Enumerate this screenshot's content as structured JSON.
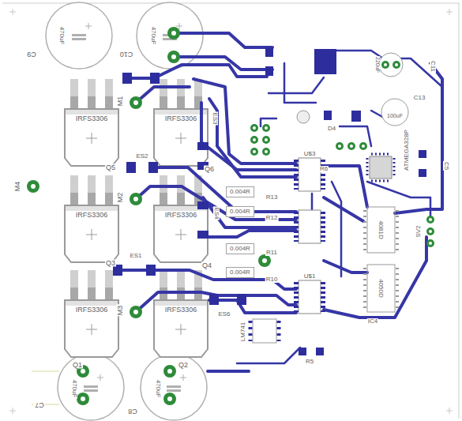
{
  "diagram": {
    "labels": [
      "C9",
      "470uF",
      "C10",
      "470uF",
      "M1",
      "IRFS3306",
      "IRFS3306",
      "ES3",
      "Q5",
      "ES2",
      "Q6",
      "M4",
      "M2",
      "IRFS3306",
      "IRFS3306",
      "ES4",
      "0.004R",
      "R13",
      "0.004R",
      "R12",
      "0.004R",
      "R11",
      "0.004R",
      "R10",
      "Q3",
      "ES1",
      "Q4",
      "M3",
      "IRFS3306",
      "IRFS3306",
      "ES6",
      "Q1",
      "Q2",
      "C7",
      "470uF",
      "C8",
      "470uF",
      "U$3",
      "U$1",
      "4081D",
      "IC4",
      "4050D",
      "ATMEGA328P",
      "LM741",
      "R5",
      "R6",
      "D4",
      "C11",
      "C13",
      "220uF",
      "100uF",
      "SV2",
      "C5"
    ]
  }
}
